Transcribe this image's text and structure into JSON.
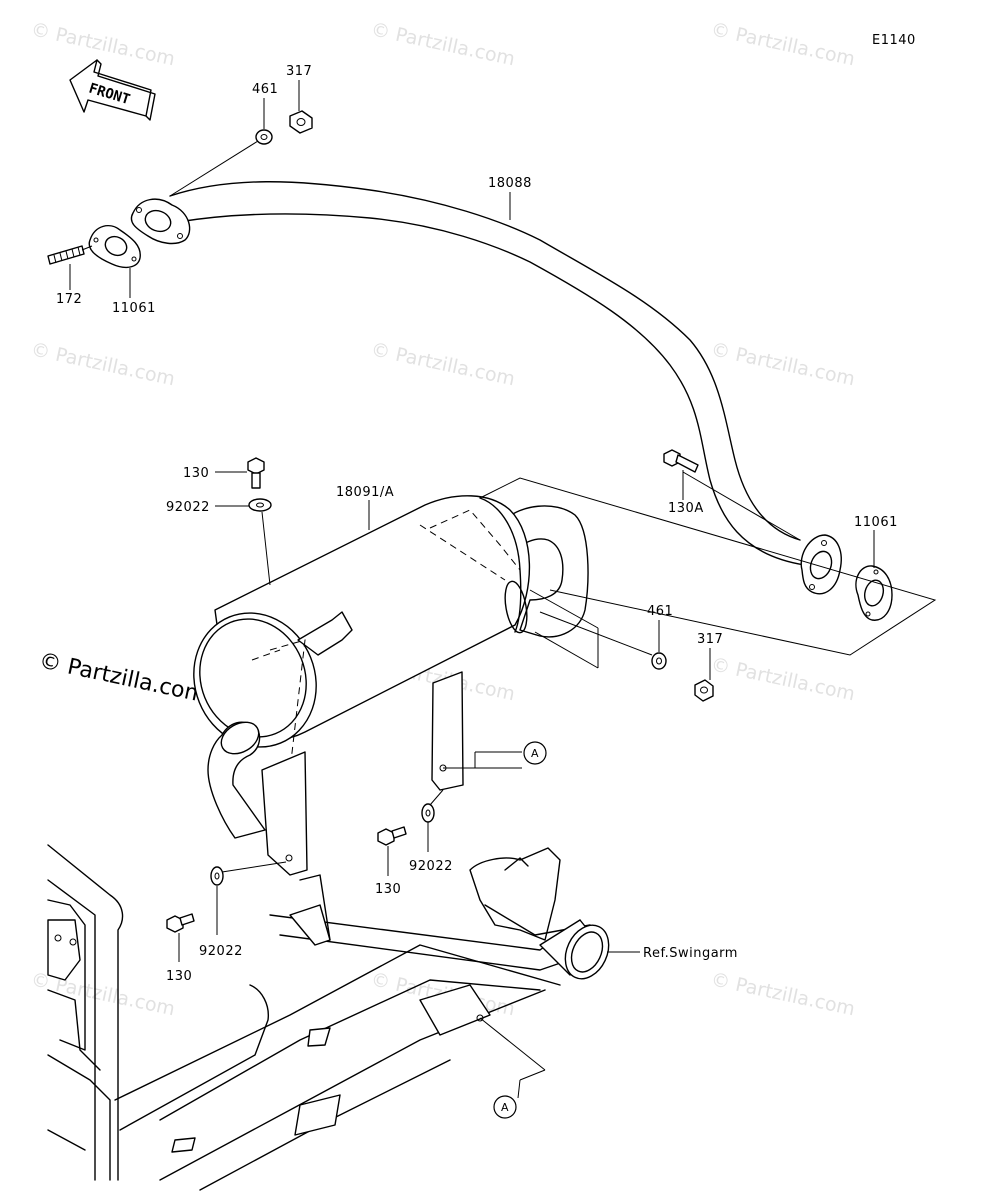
{
  "diagram_code": "E1140",
  "front_label": "FRONT",
  "watermark": "© Partzilla.com",
  "callouts": {
    "p461_top": "461",
    "p317_top": "317",
    "p18088": "18088",
    "p172": "172",
    "p11061_left": "11061",
    "p130_top": "130",
    "p92022_top": "92022",
    "p18091A": "18091/A",
    "p130A": "130A",
    "p11061_right": "11061",
    "p461_right": "461",
    "p317_right": "317",
    "refA_upper": "A",
    "p92022_mid": "92022",
    "p130_mid": "130",
    "p92022_bottom": "92022",
    "p130_bottom": "130",
    "ref_swingarm": "Ref.Swingarm",
    "refA_lower": "A"
  }
}
